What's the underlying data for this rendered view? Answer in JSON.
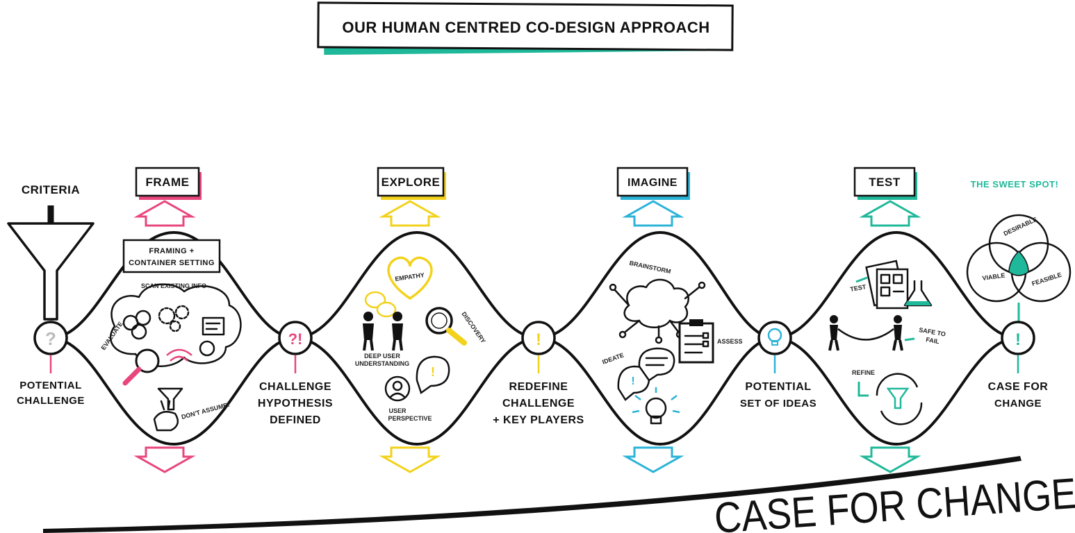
{
  "title": "OUR HUMAN CENTRED CO-DESIGN APPROACH",
  "colors": {
    "frame": "#e8467c",
    "explore": "#f2d21b",
    "imagine": "#2bb3d8",
    "test": "#1fb89a",
    "ink": "#111111"
  },
  "criteria": "CRITERIA",
  "stages": [
    {
      "name": "FRAME"
    },
    {
      "name": "EXPLORE"
    },
    {
      "name": "IMAGINE"
    },
    {
      "name": "TEST"
    }
  ],
  "milestones": [
    {
      "line1": "POTENTIAL",
      "line2": "CHALLENGE",
      "line3": "",
      "symbol": "?"
    },
    {
      "line1": "CHALLENGE",
      "line2": "HYPOTHESIS",
      "line3": "DEFINED",
      "symbol": "?!"
    },
    {
      "line1": "REDEFINE",
      "line2": "CHALLENGE",
      "line3": "+ KEY PLAYERS",
      "symbol": "!"
    },
    {
      "line1": "POTENTIAL",
      "line2": "SET OF IDEAS",
      "line3": "",
      "symbol": "bulb-icon"
    },
    {
      "line1": "CASE FOR",
      "line2": "CHANGE",
      "line3": "",
      "symbol": "!"
    }
  ],
  "frame_content": {
    "box_line1": "FRAMING +",
    "box_line2": "CONTAINER SETTING",
    "scan": "SCAN EXISTING INFO",
    "evaluate": "EVALUATE",
    "assume": "DON'T ASSUME!"
  },
  "explore_content": {
    "empathy": "EMPATHY",
    "discovery": "DISCOVERY",
    "deep1": "DEEP USER",
    "deep2": "UNDERSTANDING",
    "user1": "USER",
    "user2": "PERSPECTIVE"
  },
  "imagine_content": {
    "brainstorm": "BRAINSTORM",
    "assess": "ASSESS",
    "ideate": "IDEATE"
  },
  "test_content": {
    "test": "TEST",
    "safe1": "SAFE TO",
    "safe2": "FAIL",
    "refine": "REFINE"
  },
  "sweet_spot": {
    "title": "THE SWEET SPOT!",
    "desirable": "DESIRABLE",
    "viable": "VIABLE",
    "feasible": "FEASIBLE"
  },
  "case_for_change": "CASE FOR CHANGE"
}
